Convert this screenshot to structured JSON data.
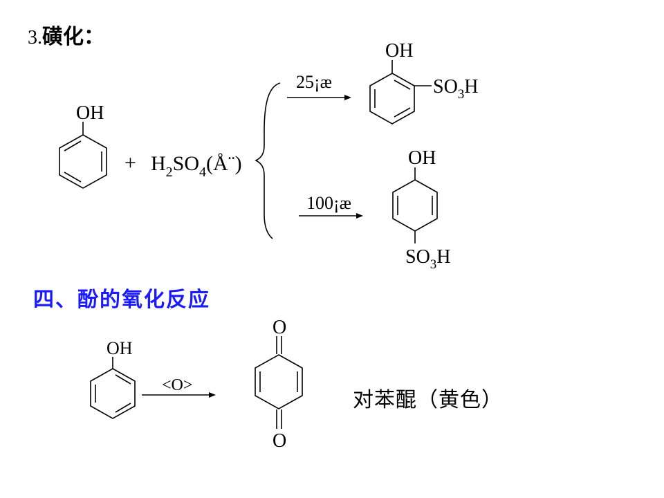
{
  "sulfonation": {
    "number": "3.",
    "title": "磺化：",
    "reactant_oh": "OH",
    "plus": "+",
    "reagent": "H2SO4(Å¨)",
    "conditions": [
      "25¡æ",
      "100¡æ"
    ],
    "ortho_product": {
      "oh": "OH",
      "group": "SO3H"
    },
    "para_product": {
      "oh": "OH",
      "group": "SO3H"
    }
  },
  "oxidation": {
    "heading": "四、酚的氧化反应",
    "reactant_oh": "OH",
    "oxidant": "<O>",
    "product_atoms": [
      "O",
      "O"
    ],
    "product_label": "对苯醌（黄色）"
  }
}
